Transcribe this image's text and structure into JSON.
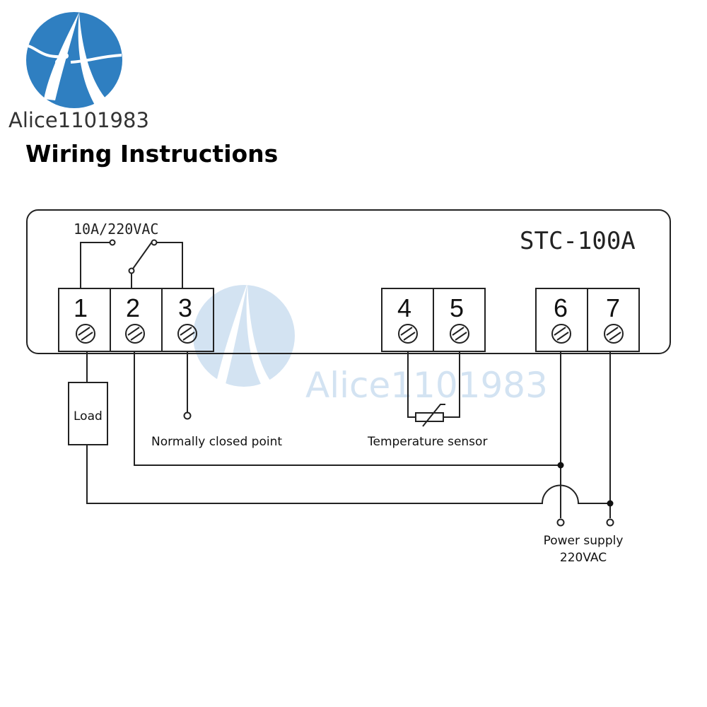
{
  "brand": {
    "logo_text": "Alice1101983",
    "color": "#2f7fc1"
  },
  "title": "Wiring Instructions",
  "device": {
    "model": "STC-100A",
    "relay_rating": "10A/220VAC"
  },
  "terminals": [
    "1",
    "2",
    "3",
    "4",
    "5",
    "6",
    "7"
  ],
  "labels": {
    "load": "Load",
    "normally_closed": "Normally closed point",
    "temperature_sensor": "Temperature sensor",
    "power_supply_line1": "Power supply",
    "power_supply_line2": "220VAC"
  },
  "watermark": {
    "text": "Alice1101983",
    "color": "#cfe0f1"
  }
}
